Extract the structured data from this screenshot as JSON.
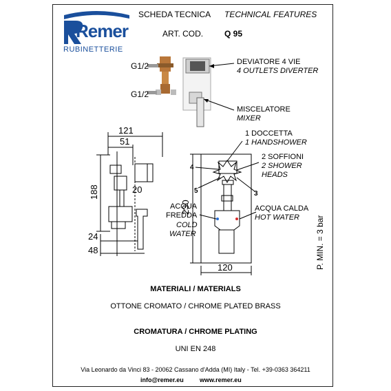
{
  "brand": {
    "logo_text": "Remer",
    "subtitle": "RUBINETTERIE",
    "color": "#1a4f9c"
  },
  "header": {
    "title_it": "SCHEDA TECNICA",
    "title_en": "TECHNICAL FEATURES",
    "art_label": "ART. COD.",
    "art_code": "Q 95"
  },
  "product": {
    "g_top": "G1/2",
    "g_bottom": "G1/2",
    "diverter_it": "DEVIATORE 4 VIE",
    "diverter_en": "4 OUTLETS DIVERTER",
    "mixer_it": "MISCELATORE",
    "mixer_en": "MIXER"
  },
  "dimensions": {
    "d121": "121",
    "d51": "51",
    "d188": "188",
    "d20": "20",
    "d230": "230",
    "d24": "24",
    "d48": "48",
    "d120": "120"
  },
  "outlets": {
    "n4": "4",
    "n5": "5",
    "n3": "3",
    "handshower_it": "1 DOCCETTA",
    "handshower_en": "1 HANDSHOWER",
    "heads_it": "2 SOFFIONI",
    "heads_en_1": "2 SHOWER",
    "heads_en_2": "HEADS",
    "cold_it_1": "ACQUA",
    "cold_it_2": "FREDDA",
    "cold_en_1": "COLD",
    "cold_en_2": "WATER",
    "hot_it": "ACQUA CALDA",
    "hot_en": "HOT WATER",
    "pressure": "P. MIN. = 3 bar"
  },
  "materials": {
    "title": "MATERIALI / MATERIALS",
    "value": "OTTONE CROMATO / CHROME PLATED BRASS",
    "plating_title": "CROMATURA / CHROME PLATING",
    "plating_value": "UNI EN 248"
  },
  "footer": {
    "address": "Via Leonardo da Vinci 83 - 20062 Cassano d'Adda (MI) Italy - Tel. +39-0363 364211",
    "email": "info@remer.eu",
    "web": "www.remer.eu"
  }
}
